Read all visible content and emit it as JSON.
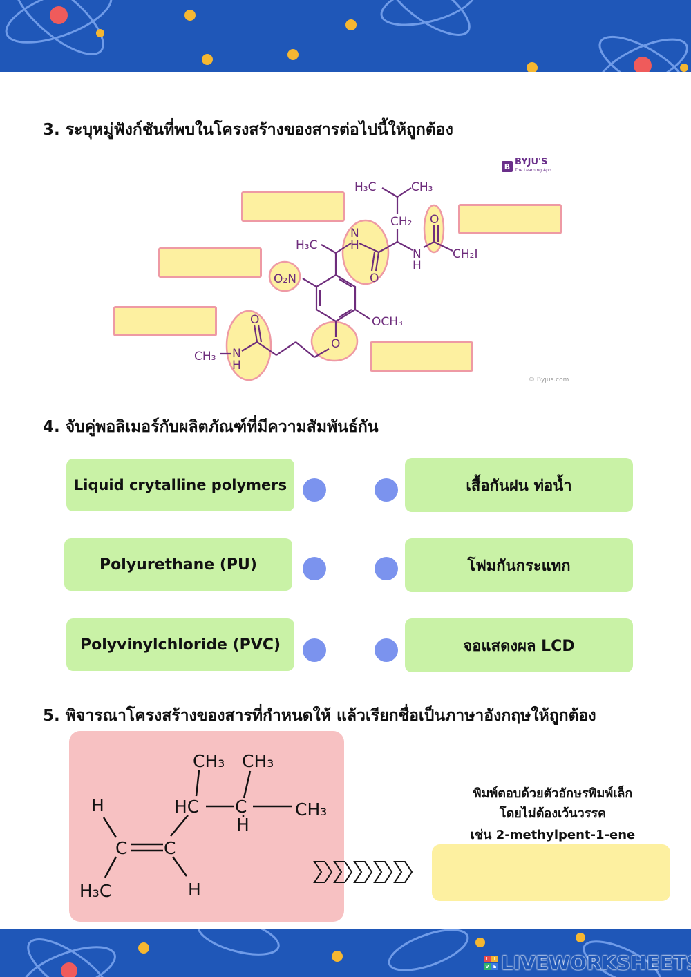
{
  "questions": {
    "q3": {
      "title": "3. ระบุหมู่ฟังก์ชันที่พบในโครงสร้างของสารต่อไปนี้ให้ถูกต้อง",
      "logo_text": "BYJU'S",
      "logo_tagline": "The Learning App",
      "credit": "© Byjus.com",
      "molecule_labels": {
        "h3c_a": "H₃C",
        "ch3_a": "CH₃",
        "ch2": "CH₂",
        "o_top": "O",
        "n_amide": "N",
        "h_amide": "H",
        "n_right": "N",
        "h_right": "H",
        "ch2i": "CH₂I",
        "h3c_b": "H₃C",
        "o_amide": "O",
        "o2n": "O₂N",
        "och3": "OCH₃",
        "o_ether": "O",
        "o_left": "O",
        "ch3_n": "CH₃",
        "n_left": "N",
        "h_left": "H"
      },
      "answer_boxes": [
        "",
        "",
        "",
        "",
        ""
      ]
    },
    "q4": {
      "title": "4. จับคู่พอลิเมอร์กับผลิตภัณฑ์ที่มีความสัมพันธ์กัน",
      "left_items": [
        "Liquid crytalline polymers",
        "Polyurethane (PU)",
        "Polyvinylchloride (PVC)"
      ],
      "right_items": [
        "เสื้อกันฝน ท่อน้ำ",
        "โฟมกันกระแทก",
        "จอแสดงผล LCD"
      ],
      "colors": {
        "pill": "#c9f2a6",
        "dot": "#7b93ee"
      }
    },
    "q5": {
      "title": "5. พิจารณาโครงสร้างของสารที่กำหนดให้ แล้วเรียกชื่อเป็นภาษาอังกฤษให้ถูกต้อง",
      "structure_labels": {
        "ch3_1": "CH₃",
        "ch3_2": "CH₃",
        "h_top": "H",
        "hc": "HC",
        "c_mid": "C",
        "ch3_right": "CH₃",
        "h_under": "H",
        "c_1": "C",
        "c_2": "C",
        "h3c": "H₃C",
        "h_bottom": "H"
      },
      "hint_lines": [
        "พิมพ์ตอบด้วยตัวอักษรพิมพ์เล็ก",
        "โดยไม่ต้องเว้นวรรค",
        "เช่น 2-methylpent-1-ene"
      ],
      "answer_value": ""
    }
  },
  "watermark": "LIVEWORKSHEETS",
  "watermark_logo": [
    "L",
    "I",
    "V",
    "E"
  ]
}
